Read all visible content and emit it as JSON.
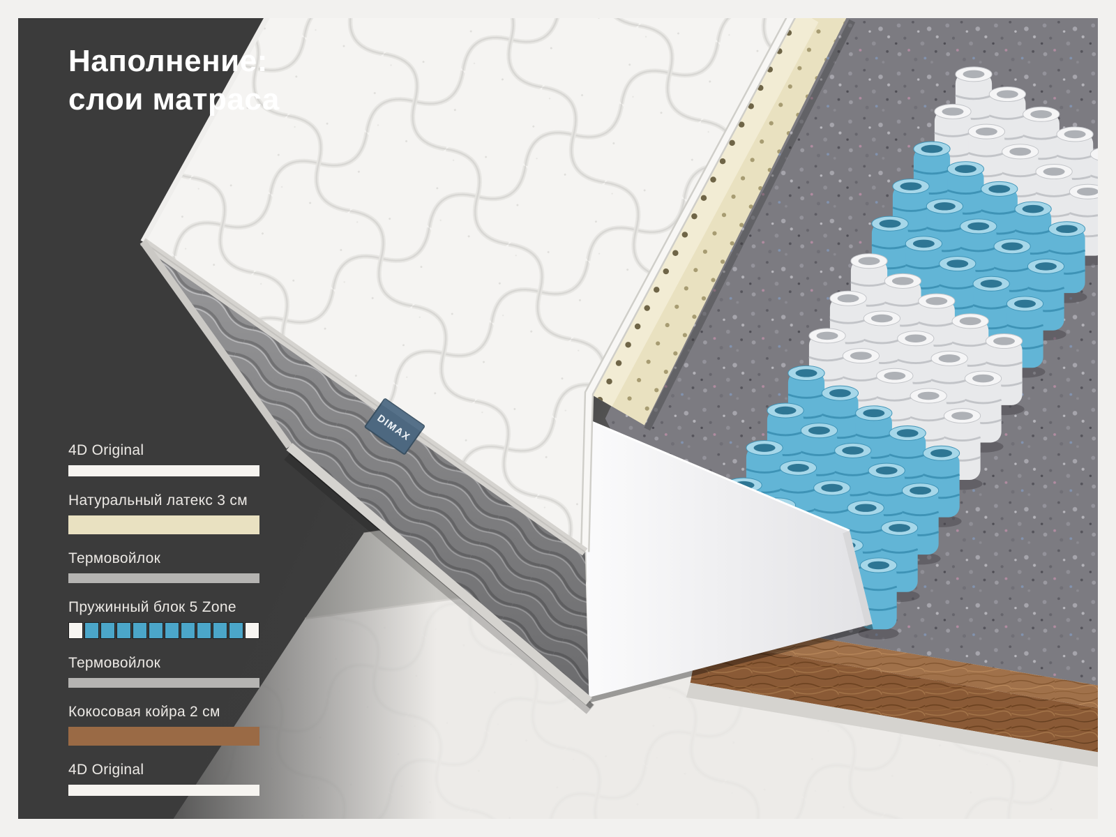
{
  "title": {
    "line1": "Наполнение:",
    "line2": "слои матраса"
  },
  "brand": {
    "label": "DIMAX"
  },
  "legend": {
    "items": [
      {
        "label": "4D Original",
        "type": "bar",
        "color": "#f6f4f0",
        "height": 16
      },
      {
        "label": "Натуральный латекс 3 см",
        "type": "bar",
        "texture": "latex",
        "color": "#e9e1c1",
        "height": 27
      },
      {
        "label": "Термовойлок",
        "type": "bar",
        "color": "#b5b4b2",
        "height": 14
      },
      {
        "label": "Пружинный блок 5 Zone",
        "type": "springs",
        "height": 24,
        "cells": [
          "#f7f5f1",
          "#4ba6c9",
          "#4ba6c9",
          "#4ba6c9",
          "#4ba6c9",
          "#4ba6c9",
          "#4ba6c9",
          "#4ba6c9",
          "#4ba6c9",
          "#4ba6c9",
          "#4ba6c9",
          "#f7f5f1"
        ]
      },
      {
        "label": "Термовойлок",
        "type": "bar",
        "color": "#b5b4b2",
        "height": 14
      },
      {
        "label": "Кокосовая койра 2 см",
        "type": "bar",
        "texture": "coir",
        "color": "#9a6a45",
        "height": 27
      },
      {
        "label": "4D Original",
        "type": "bar",
        "color": "#f6f4f0",
        "height": 16
      }
    ]
  },
  "render": {
    "layer_colors": {
      "cover_quilt": "#f5f4f2",
      "side_fabric": "#98989a",
      "latex": "#e9e1c0",
      "felt": "#7c7b81",
      "foam": "#f3f3f4",
      "coir": "#8a5a36",
      "binding_tape": "#d5d3cf"
    },
    "spring_zone_pattern": [
      "blue",
      "blue",
      "blue",
      "blue",
      "white",
      "white",
      "white",
      "blue",
      "blue",
      "blue",
      "white",
      "white"
    ],
    "spring_palette": {
      "blue": {
        "body": "#62b5d6",
        "line": "#3e93b6",
        "top": "#a6d7e9",
        "hole": "#2e7694"
      },
      "white": {
        "body": "#e8e9eb",
        "line": "#c2c4c8",
        "top": "#f5f5f6",
        "hole": "#aeb1b6"
      }
    }
  }
}
